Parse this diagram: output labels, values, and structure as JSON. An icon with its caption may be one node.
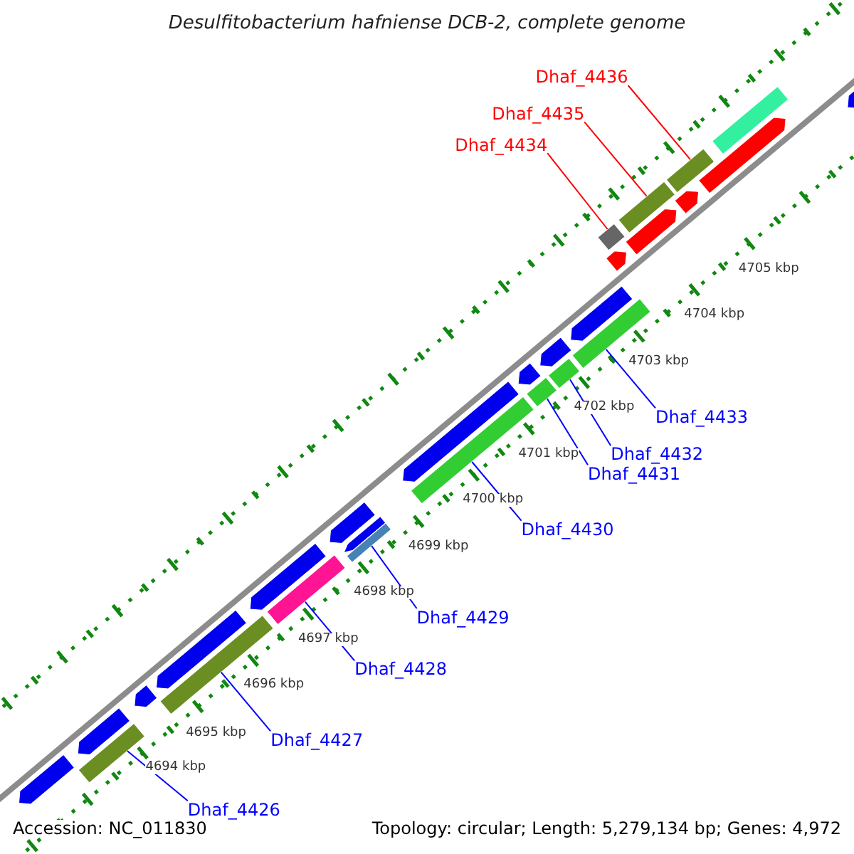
{
  "diagram": {
    "title": "Desulfitobacterium hafniense DCB-2, complete genome",
    "nodes": [
      {
        "text": [
          "Dhaf_4436"
        ]
      },
      {
        "text": [
          "Dhaf_4435"
        ]
      },
      {
        "text": [
          "Dhaf_4434"
        ]
      },
      {
        "text": [
          "Dhaf_4433"
        ]
      },
      {
        "text": [
          "Dhaf_4432"
        ]
      },
      {
        "text": [
          "Dhaf_4431"
        ]
      },
      {
        "text": [
          "Dhaf_4430"
        ]
      },
      {
        "text": [
          "Dhaf_4429"
        ]
      },
      {
        "text": [
          "Dhaf_4428"
        ]
      },
      {
        "text": [
          "Dhaf_4427"
        ]
      },
      {
        "text": [
          "Dhaf_4426"
        ]
      },
      {
        "text": [],
        "shape": "bar"
      },
      {
        "text": [],
        "shape": "bar"
      },
      {
        "text": [],
        "shape": "bar"
      },
      {
        "text": [],
        "shape": "bar"
      },
      {
        "text": [],
        "shape": "bar"
      },
      {
        "text": [],
        "shape": "bar"
      },
      {
        "text": [],
        "shape": "bar"
      },
      {
        "text": [],
        "shape": "bar"
      },
      {
        "text": [],
        "shape": "bar"
      },
      {
        "text": [],
        "shape": "bar"
      },
      {
        "text": [],
        "shape": "bar"
      },
      {
        "text": [],
        "shape": "bar"
      },
      {
        "text": [],
        "shape": "bar"
      },
      {
        "text": [],
        "shape": "bar"
      },
      {
        "text": [],
        "shape": "bar"
      },
      {
        "text": [],
        "shape": "bar"
      },
      {
        "text": [],
        "shape": "bar"
      },
      {
        "text": [],
        "shape": "bar"
      },
      {
        "text": [],
        "shape": "bar"
      },
      {
        "text": [],
        "shape": "bar"
      },
      {
        "text": [],
        "shape": "bar"
      },
      {
        "text": [],
        "shape": "bar"
      },
      {
        "text": [],
        "shape": "bar"
      },
      {
        "text": [],
        "shape": "bar"
      },
      {
        "text": [],
        "shape": "bar"
      },
      {
        "text": [],
        "shape": "bar"
      },
      {
        "text": [],
        "shape": "bar"
      },
      {
        "text": [],
        "shape": "bar"
      }
    ],
    "edges": [
      {
        "from": 0,
        "to": 11,
        "arrow": "none",
        "color": "#ff0000"
      },
      {
        "from": 1,
        "to": 12,
        "arrow": "none",
        "color": "#ff0000"
      },
      {
        "from": 2,
        "to": 13,
        "arrow": "none",
        "color": "#ff0000"
      },
      {
        "from": 3,
        "to": 14,
        "arrow": "none"
      },
      {
        "from": 4,
        "to": 15,
        "arrow": "none"
      },
      {
        "from": 5,
        "to": 16,
        "arrow": "none"
      },
      {
        "from": 6,
        "to": 17,
        "arrow": "none"
      },
      {
        "from": 7,
        "to": 18,
        "arrow": "none"
      },
      {
        "from": 8,
        "to": 19,
        "arrow": "none"
      },
      {
        "from": 9,
        "to": 20,
        "arrow": "none"
      },
      {
        "from": 10,
        "to": 21,
        "arrow": "none"
      }
    ],
    "labels": [
      "4705 kbp",
      "4704 kbp",
      "4703 kbp",
      "4702 kbp",
      "4701 kbp",
      "4700 kbp",
      "4699 kbp",
      "4698 kbp",
      "4697 kbp",
      "4696 kbp",
      "4695 kbp",
      "4694 kbp",
      "Accession: NC_011830",
      "Topology: circular; Length: 5,279,134 bp; Genes: 4,972"
    ]
  }
}
